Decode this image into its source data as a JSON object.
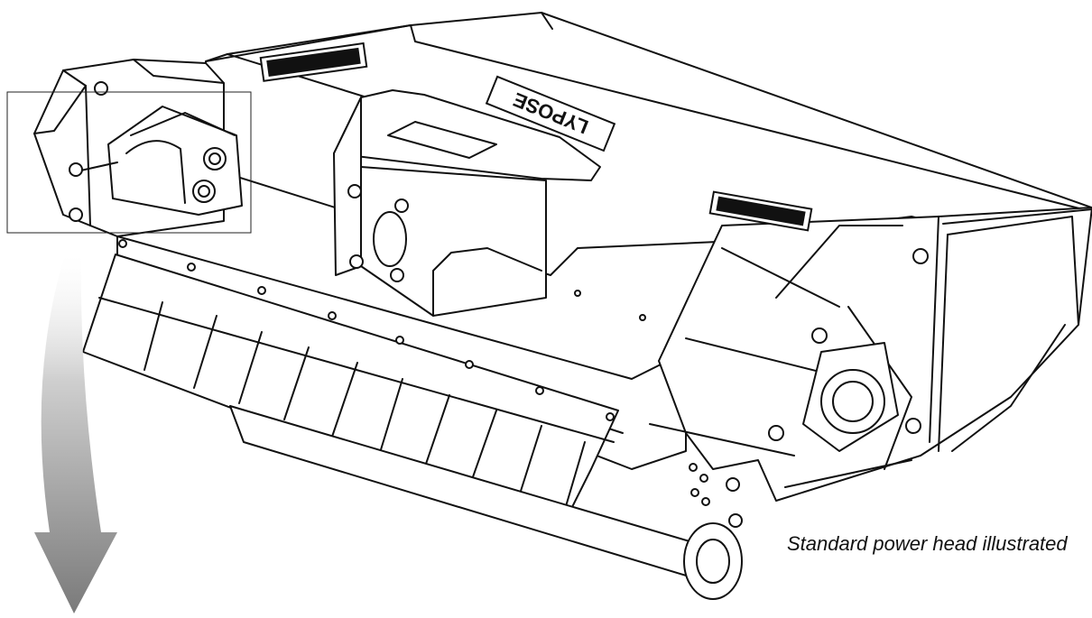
{
  "caption": "Standard power head illustrated",
  "brand_mark": "LYPOSE",
  "colors": {
    "line": "#111111",
    "background": "#ffffff",
    "arrow_light": "#d4d4d4",
    "arrow_dark": "#7a7a7a"
  },
  "icons": [
    "callout-arrow-icon",
    "detail-box",
    "hex-bolt-icon"
  ]
}
